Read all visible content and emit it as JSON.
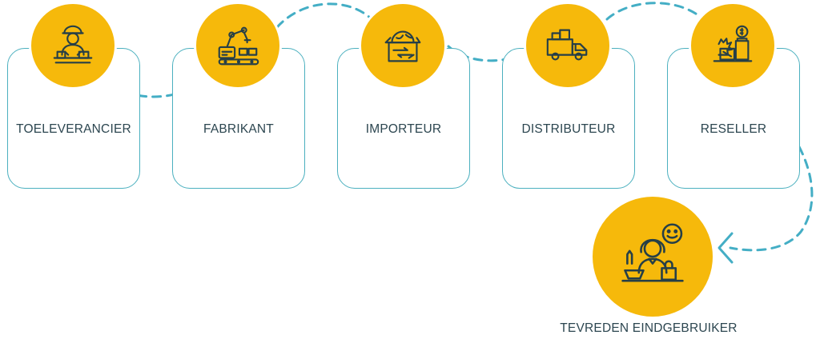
{
  "colors": {
    "accent": "#f6b90b",
    "outline": "#4bb0bf",
    "connector": "#44aec5",
    "text": "#2c4650",
    "icon_stroke": "#263f47"
  },
  "steps": [
    {
      "label": "TOELEVERANCIER",
      "icon": "supplier-worker-icon"
    },
    {
      "label": "FABRIKANT",
      "icon": "robot-arm-factory-icon"
    },
    {
      "label": "IMPORTEUR",
      "icon": "globe-box-icon"
    },
    {
      "label": "DISTRIBUTEUR",
      "icon": "delivery-truck-icon"
    },
    {
      "label": "RESELLER",
      "icon": "shop-products-icon"
    }
  ],
  "final": {
    "label": "TEVREDEN EINDGEBRUIKER",
    "icon": "happy-customer-icon"
  }
}
